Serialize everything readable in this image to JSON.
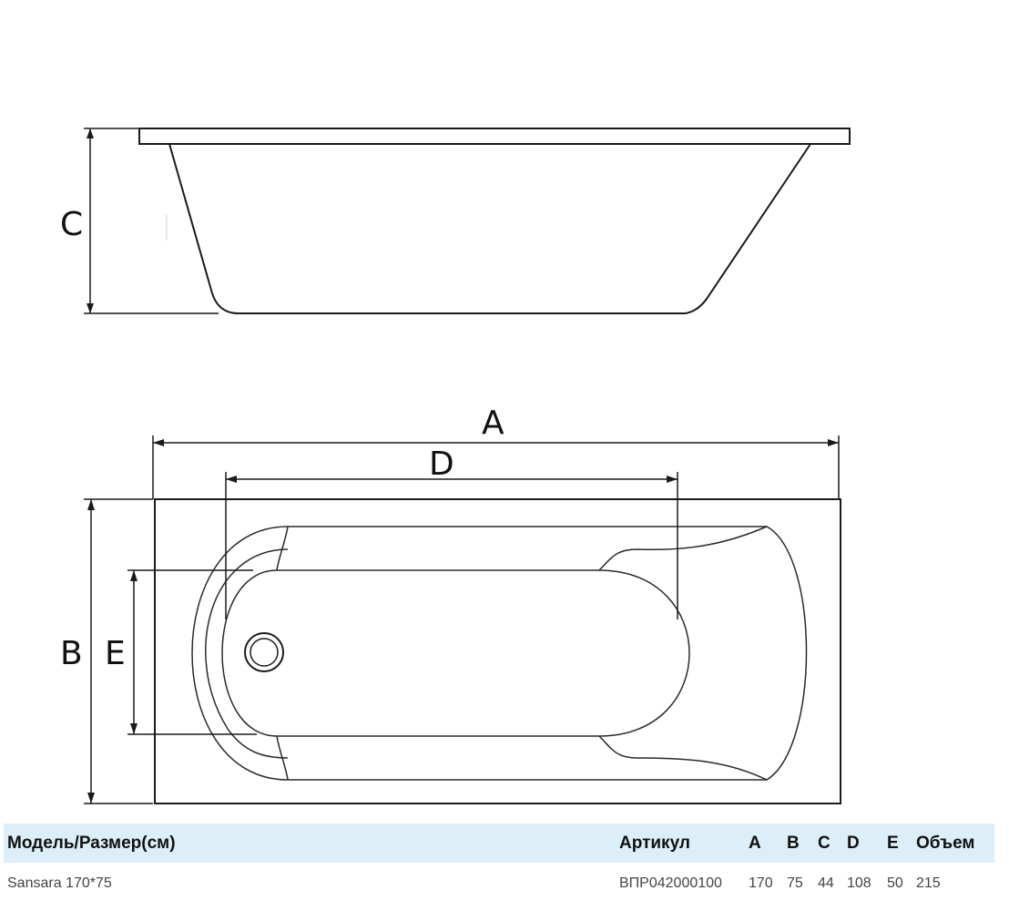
{
  "diagram": {
    "labels": {
      "c": "C",
      "a": "A",
      "d": "D",
      "b": "B",
      "e": "E"
    }
  },
  "table": {
    "headers": {
      "model": "Модель/Размер(см)",
      "article": "Артикул",
      "a": "A",
      "b": "B",
      "c": "C",
      "d": "D",
      "e": "E",
      "volume": "Объем"
    },
    "rows": [
      {
        "model": "Sansara 170*75",
        "article": "ВПР042000100",
        "a": "170",
        "b": "75",
        "c": "44",
        "d": "108",
        "e": "50",
        "volume": "215"
      }
    ]
  }
}
